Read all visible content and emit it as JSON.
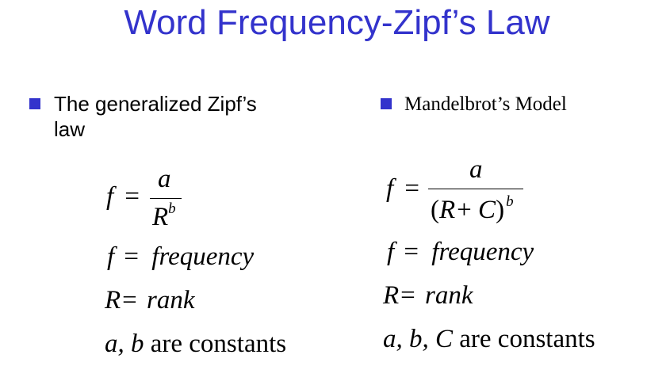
{
  "slide": {
    "title": "Word Frequency-Zipf’s Law",
    "accent_color": "#3333cc"
  },
  "left": {
    "bullet_line1": "The generalized Zipf’s",
    "bullet_line2": "law",
    "formula": {
      "lhs": "f",
      "equals": "=",
      "numerator": "a",
      "denominator_base": "R",
      "denominator_exponent": "b"
    },
    "def_frequency": {
      "symbol": "f",
      "equals": "=",
      "meaning": "frequency"
    },
    "def_rank": {
      "symbol": "R",
      "equals": "=",
      "meaning": "rank"
    },
    "constants": {
      "symbols": "a, b",
      "text": "are constants"
    }
  },
  "right": {
    "bullet_label": "Mandelbrot’s Model",
    "formula": {
      "lhs": "f",
      "equals": "=",
      "numerator": "a",
      "open_paren": "(",
      "R": "R",
      "plus": "+",
      "C": "C",
      "close_paren": ")",
      "exponent": "b"
    },
    "def_frequency": {
      "symbol": "f",
      "equals": "=",
      "meaning": "frequency"
    },
    "def_rank": {
      "symbol": "R",
      "equals": "=",
      "meaning": "rank"
    },
    "constants": {
      "symbols": "a, b, C",
      "text": "are constants"
    }
  }
}
